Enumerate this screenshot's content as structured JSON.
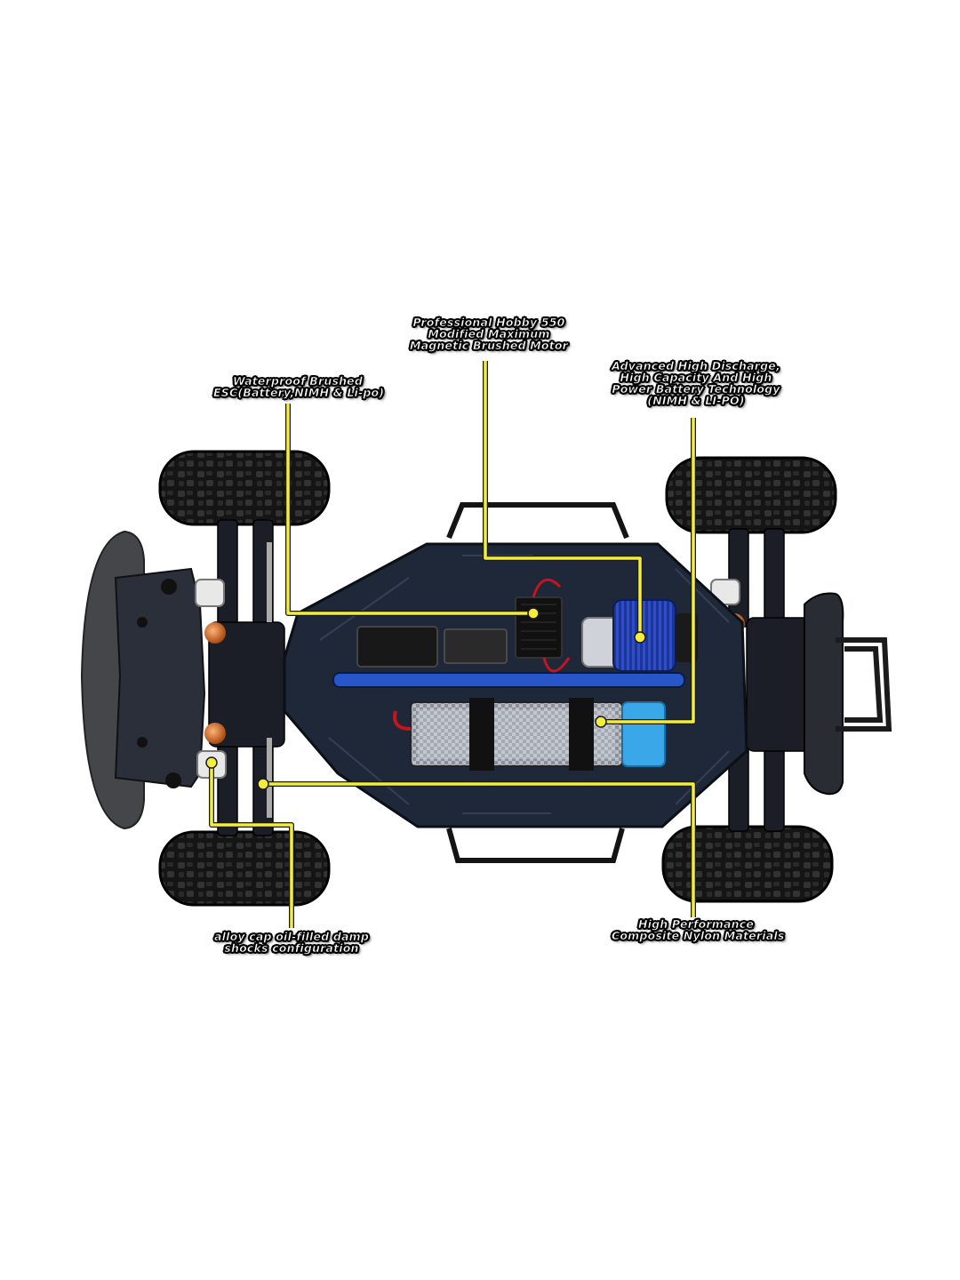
{
  "callouts": {
    "motor": {
      "lines": [
        "Professional Hobby 550",
        "Modified Maximum",
        "Magnetic Brushed Motor"
      ]
    },
    "esc": {
      "lines": [
        "Waterproof Brushed",
        "ESC(Battery,NIMH & Li-po)"
      ]
    },
    "battery": {
      "lines": [
        "Advanced High Discharge,",
        "High Capacity And High",
        "Power Battery Technology",
        "(NIMH & LI-PO)"
      ]
    },
    "shocks": {
      "lines": [
        "alloy cap oil-filled damp",
        "shocks configuration"
      ]
    },
    "nylon": {
      "lines": [
        "High Performance",
        "Composite Nylon Materials"
      ]
    }
  },
  "colors": {
    "leader_line": "#f3ee3c",
    "chassis": "#1f2838",
    "tire": "#1a1a1a",
    "motor_blue": "#2a46c8",
    "battery_blue": "#3aa8e8",
    "bumper": "#4a4a4e"
  }
}
